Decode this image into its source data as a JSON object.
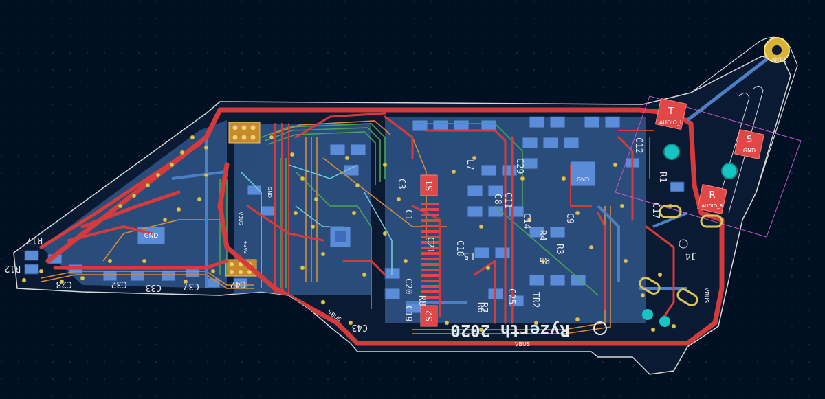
{
  "colors": {
    "background": "#001023",
    "grid_dot": "#26324a",
    "outline": "#d8d8d8",
    "front_copper": "#d63b3b",
    "back_copper": "#4d7fc4",
    "inner_green": "#4aa35a",
    "inner_orange": "#d88a3a",
    "pad_back": "#5b8cd8",
    "pad_front": "#e04848",
    "via": "#d9c35a",
    "courtyard": "#c259c2",
    "silk": "#e8e8e8"
  },
  "board": {
    "title": "Ryzerth 2020",
    "antenna_label": "ANT1",
    "jack_label": "J4",
    "net_vbus": "VBUS",
    "net_gnd": "GND",
    "net_v3": "+3V3"
  },
  "jack_pads": [
    {
      "letter": "T",
      "net": "AUDIO_L"
    },
    {
      "letter": "S",
      "net": "GND"
    },
    {
      "letter": "R",
      "net": "AUDIO_R"
    }
  ],
  "switch_labels": [
    "S1",
    "S2"
  ],
  "designators": [
    "R17",
    "R12",
    "C28",
    "C32",
    "C33",
    "C37",
    "C42",
    "C43",
    "C12",
    "C21",
    "C18",
    "C20",
    "C19",
    "C25",
    "R4",
    "R5",
    "R6",
    "R3",
    "R8",
    "L7",
    "L5",
    "C29",
    "C14",
    "C3",
    "R1",
    "C1",
    "TR2",
    "C11",
    "C17",
    "C8",
    "C9",
    "R7"
  ]
}
